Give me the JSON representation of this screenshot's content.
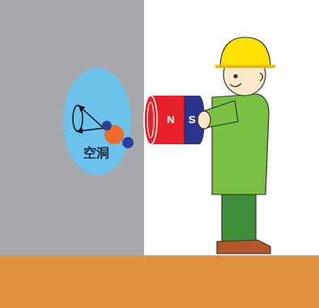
{
  "diagram": {
    "nodes": [
      {
        "text": [
          "空洞"
        ]
      },
      {
        "text": [
          "N"
        ]
      },
      {
        "text": [
          "S"
        ]
      }
    ]
  }
}
